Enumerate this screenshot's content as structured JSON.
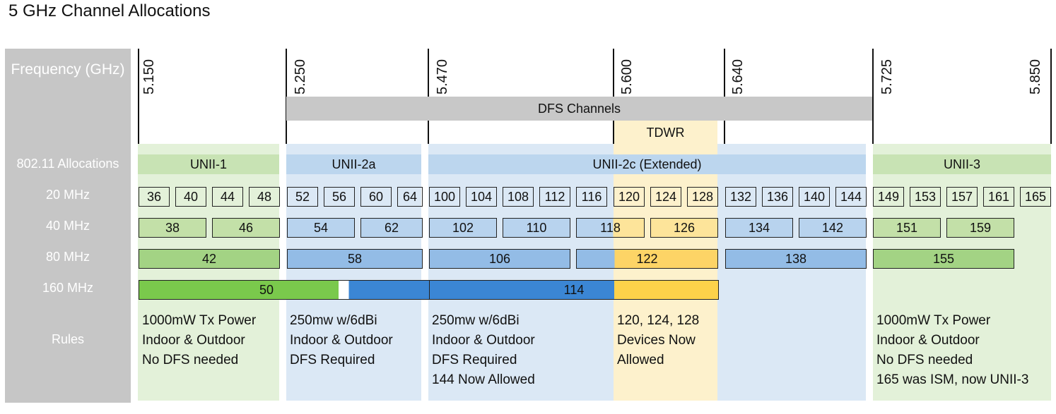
{
  "title": "5 GHz Channel Allocations",
  "row_labels": {
    "frequency": "Frequency (GHz)",
    "allocations": "802.11 Allocations",
    "mhz20": "20 MHz",
    "mhz40": "40 MHz",
    "mhz80": "80 MHz",
    "mhz160": "160 MHz",
    "rules": "Rules"
  },
  "frequencies": [
    "5.150",
    "5.250",
    "5.470",
    "5.600",
    "5.640",
    "5.725",
    "5.850"
  ],
  "bands": {
    "dfs": "DFS Channels",
    "tdwr": "TDWR",
    "unii1": "UNII-1",
    "unii2a": "UNII-2a",
    "unii2c": "UNII-2c (Extended)",
    "unii3": "UNII-3"
  },
  "channels_20": [
    "36",
    "40",
    "44",
    "48",
    "52",
    "56",
    "60",
    "64",
    "100",
    "104",
    "108",
    "112",
    "116",
    "120",
    "124",
    "128",
    "132",
    "136",
    "140",
    "144",
    "149",
    "153",
    "157",
    "161",
    "165"
  ],
  "channels_40": [
    "38",
    "46",
    "54",
    "62",
    "102",
    "110",
    "118",
    "126",
    "134",
    "142",
    "151",
    "159"
  ],
  "channels_80": [
    "42",
    "58",
    "106",
    "122",
    "138",
    "155"
  ],
  "channels_160": [
    "50",
    "114"
  ],
  "rules": {
    "unii1": [
      "1000mW Tx Power",
      "Indoor & Outdoor",
      "No DFS needed"
    ],
    "unii2a": [
      "250mw w/6dBi",
      "Indoor & Outdoor",
      "DFS Required"
    ],
    "unii2c": [
      "250mw w/6dBi",
      "Indoor & Outdoor",
      "DFS Required",
      "144 Now Allowed"
    ],
    "tdwr": [
      "120, 124, 128",
      "Devices Now",
      "Allowed"
    ],
    "unii3": [
      "1000mW Tx Power",
      "Indoor & Outdoor",
      "No DFS needed",
      "165 was ISM, now UNII-3"
    ]
  },
  "colors": {
    "label_bg": "#c6c6c6",
    "dfs_bar": "#c8c8c8",
    "green_light": "#e3f1d9",
    "green_band": "#c8e3b4",
    "green_40": "#c3e0a8",
    "green_80": "#a3d384",
    "green_160": "#7ac94c",
    "blue_light": "#dbe8f5",
    "blue_band": "#bcd6ee",
    "blue_40": "#b8d3ee",
    "blue_80": "#93bce6",
    "blue_160": "#3b86d4",
    "yellow_light": "#fdf1cc",
    "yellow_40": "#fde49a",
    "yellow_80": "#fdd466",
    "yellow_160": "#fdd24a"
  }
}
